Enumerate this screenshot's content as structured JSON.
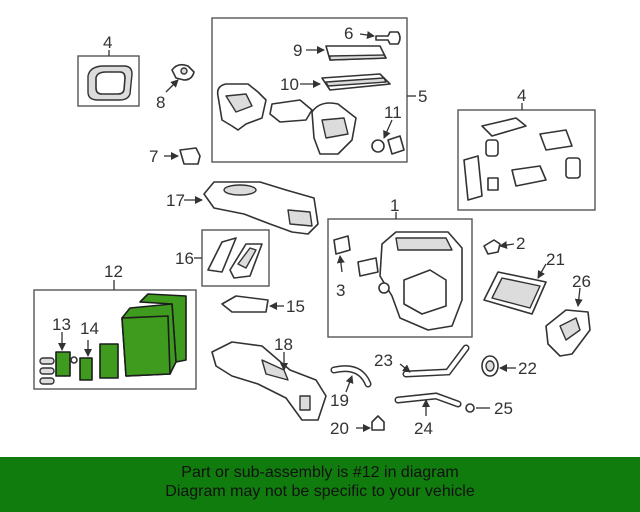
{
  "callouts": {
    "n1": "1",
    "n2": "2",
    "n3": "3",
    "n4a": "4",
    "n4b": "4",
    "n5": "5",
    "n6": "6",
    "n7": "7",
    "n8": "8",
    "n9": "9",
    "n10": "10",
    "n11": "11",
    "n12": "12",
    "n13": "13",
    "n14": "14",
    "n15": "15",
    "n16": "16",
    "n17": "17",
    "n18": "18",
    "n19": "19",
    "n20": "20",
    "n21": "21",
    "n22": "22",
    "n23": "23",
    "n24": "24",
    "n25": "25",
    "n26": "26"
  },
  "footer": {
    "line1": "Part or sub-assembly is #12 in diagram",
    "line2": "Diagram may not be specific to your vehicle"
  },
  "colors": {
    "highlight_part": "#3f9b1e",
    "banner": "#107c0d"
  }
}
